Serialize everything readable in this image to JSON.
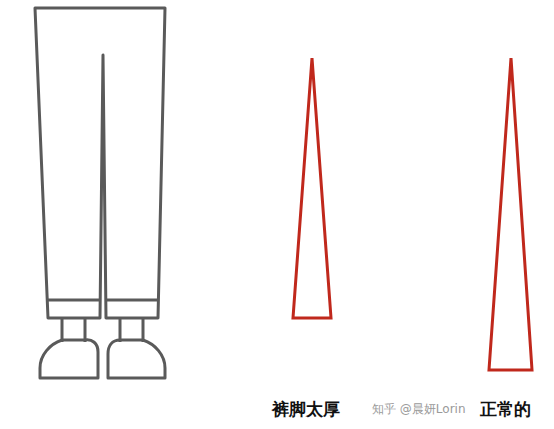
{
  "diagram": {
    "labels": [
      "裤脚太厚",
      "正常的",
      "知乎 @晨妍Lorin"
    ]
  }
}
